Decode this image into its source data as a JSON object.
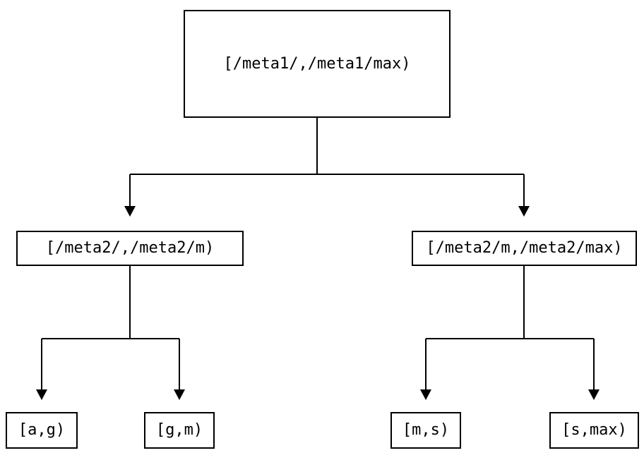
{
  "diagram": {
    "kind": "interval-partition-tree",
    "colors": {
      "background": "#ffffff",
      "line": "#000000",
      "text": "#000000",
      "node_fill": "#ffffff",
      "node_border": "#000000"
    },
    "tree": {
      "root": {
        "label": "[/meta1/,/meta1/max)",
        "children": [
          {
            "label": "[/meta2/,/meta2/m)",
            "children": [
              {
                "label": "[a,g)"
              },
              {
                "label": "[g,m)"
              }
            ]
          },
          {
            "label": "[/meta2/m,/meta2/max)",
            "children": [
              {
                "label": "[m,s)"
              },
              {
                "label": "[s,max)"
              }
            ]
          }
        ]
      }
    }
  }
}
